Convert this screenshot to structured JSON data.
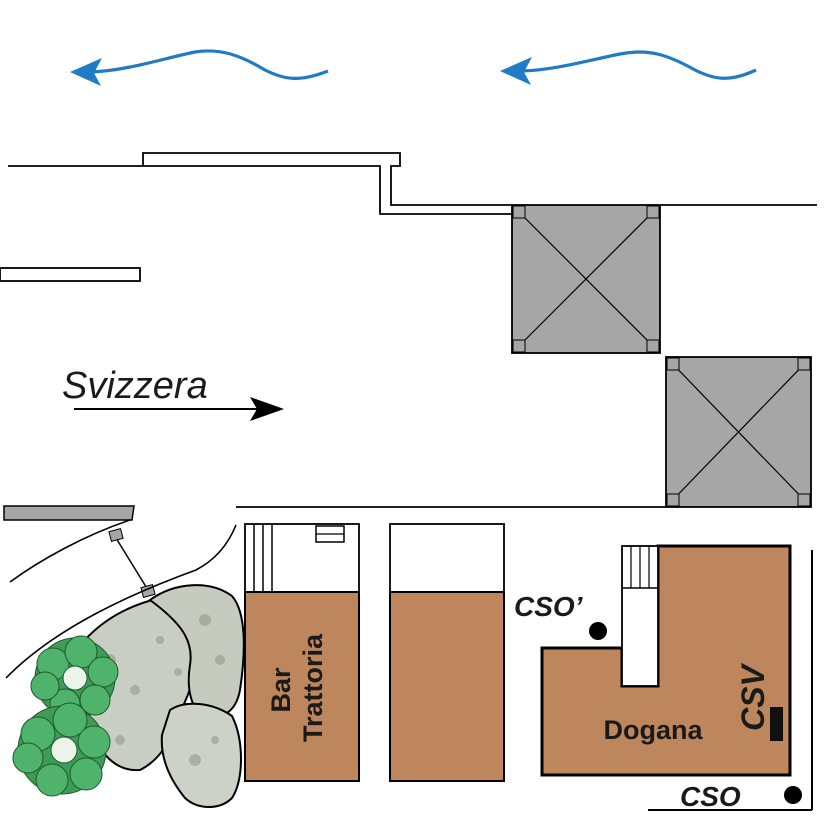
{
  "labels": {
    "direction": "Svizzera",
    "bar": "Bar",
    "trattoria": "Trattoria",
    "dogana": "Dogana",
    "csv": "CSV",
    "cso_prime": "CSO’",
    "cso": "CSO"
  },
  "colors": {
    "building_fill": "#bd865c",
    "river_arrow": "#1f7bc4",
    "pillar_fill": "#a6a6a6",
    "rock_fill": "#c9cec4",
    "foliage": "#4fb36b",
    "line": "#000000"
  },
  "icons": [
    "river-flow-arrow-icon",
    "direction-arrow-icon",
    "sensor-dot-icon",
    "shrub-icon",
    "rock-icon"
  ]
}
